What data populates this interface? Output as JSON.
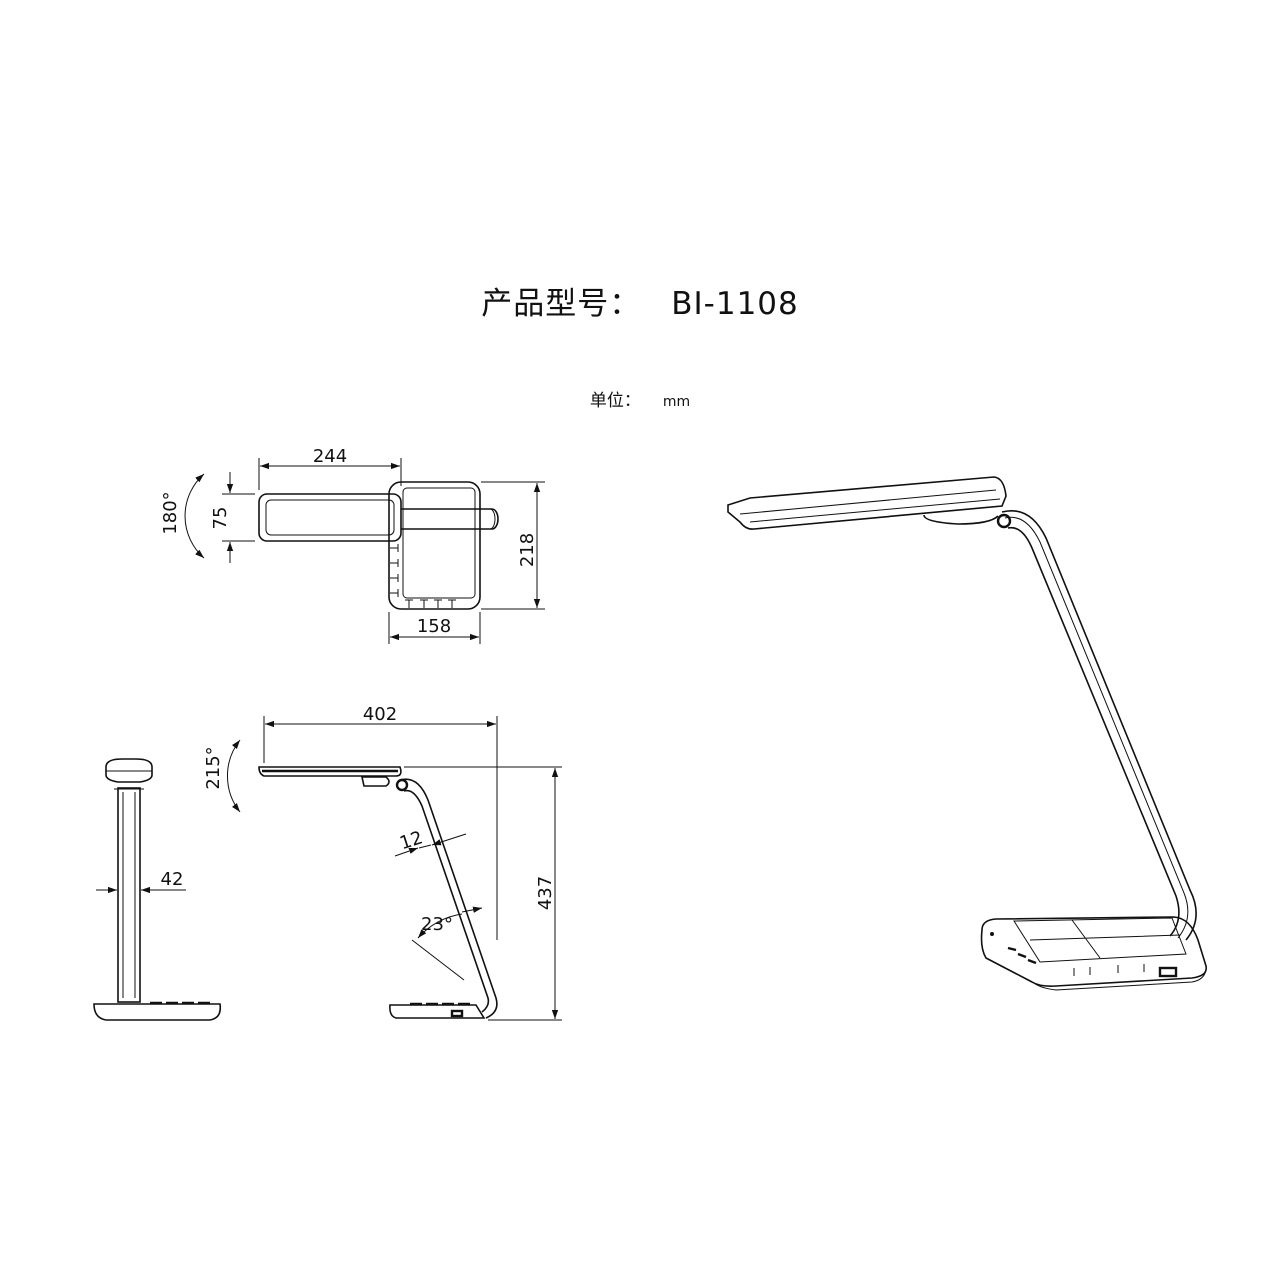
{
  "header": {
    "title_label": "产品型号：",
    "model": "BI-1108",
    "unit_label": "单位：",
    "unit": "mm"
  },
  "dimensions": {
    "top_view": {
      "head_length": "244",
      "head_width": "75",
      "rotation": "180°",
      "base_depth": "218",
      "base_width": "158"
    },
    "side_view": {
      "overall_length": "402",
      "head_rotation": "215°",
      "arm_width": "12",
      "arm_angle": "23°",
      "height": "437"
    },
    "front_view": {
      "arm_width": "42"
    }
  }
}
